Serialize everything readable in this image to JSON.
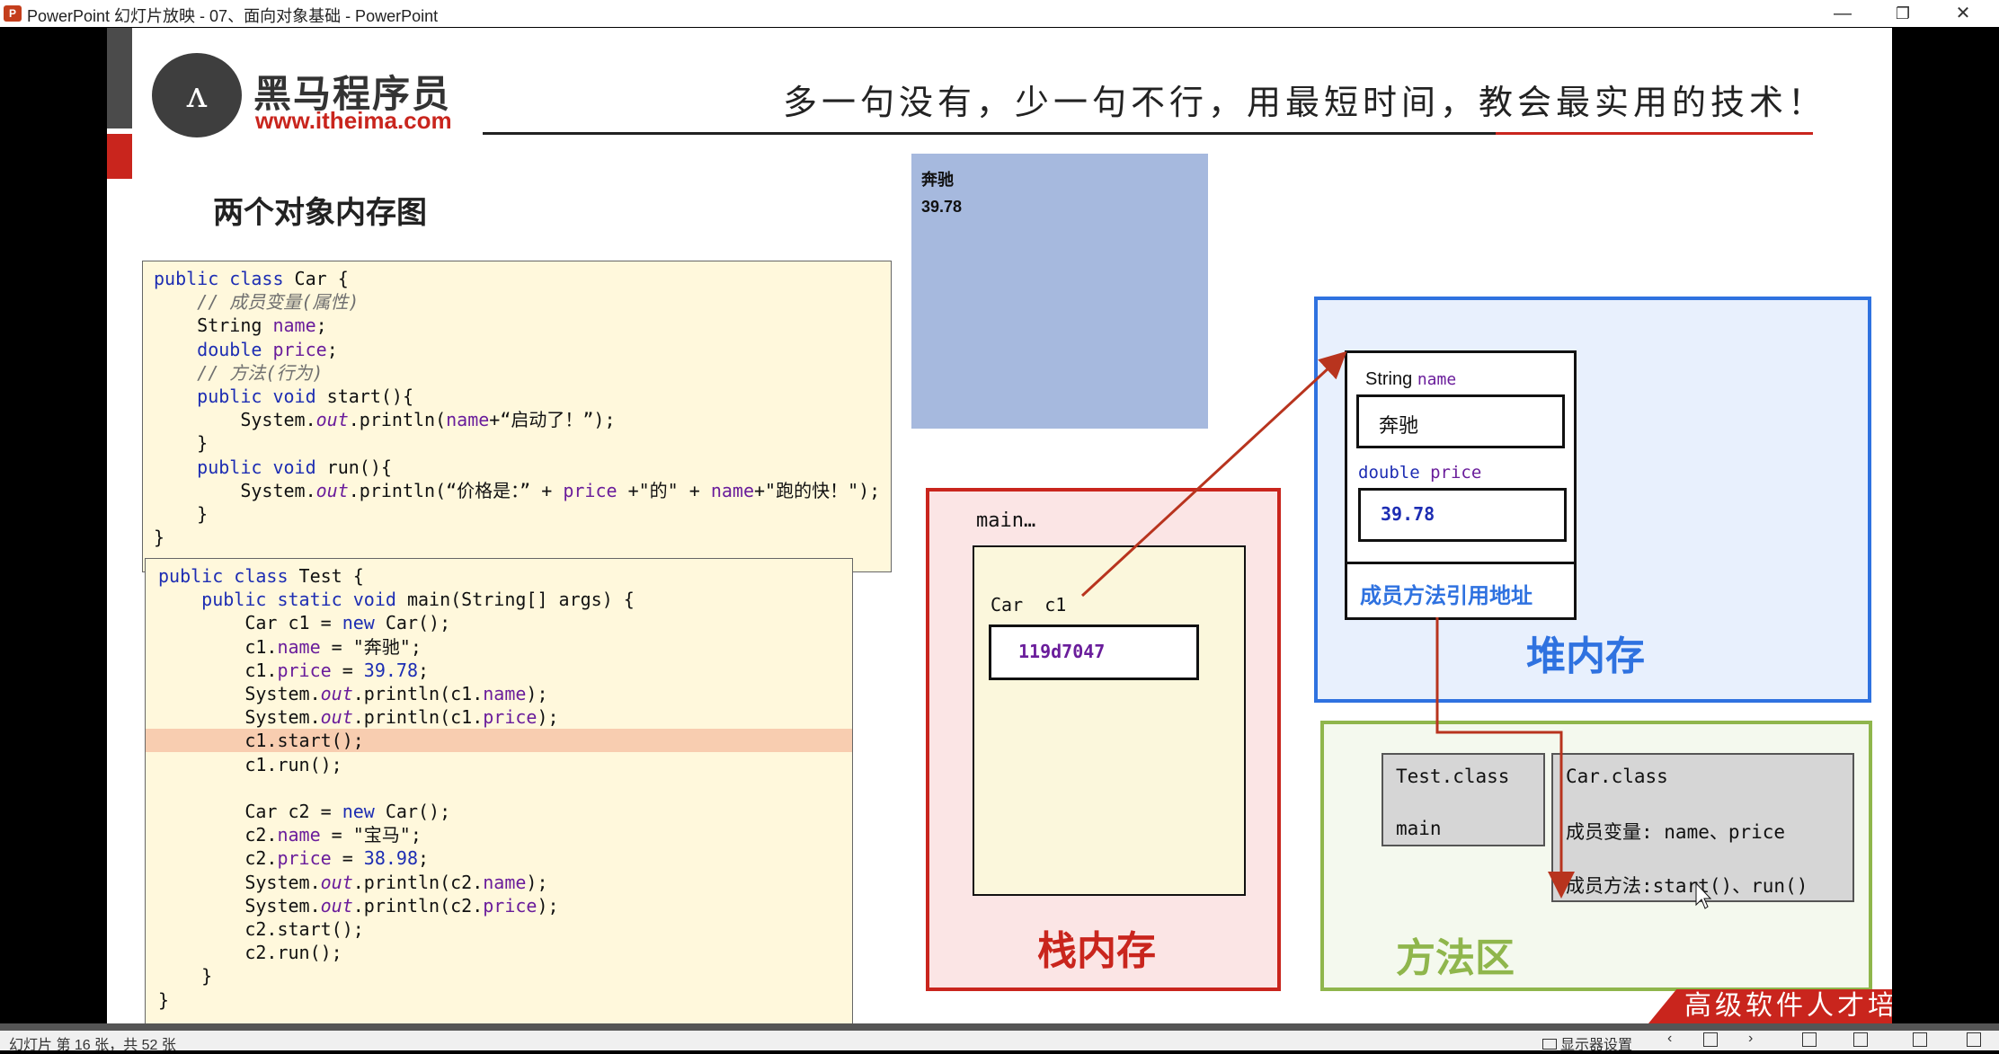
{
  "window": {
    "title": "PowerPoint 幻灯片放映 - 07、面向对象基础 - PowerPoint",
    "app_icon": "P",
    "minimize": "—",
    "restore": "❐",
    "close": "✕"
  },
  "header": {
    "logo_glyph": "ʌ",
    "brand_cn": "黑马程序员",
    "brand_url": "www.itheima.com",
    "slogan": "多一句没有，少一句不行，用最短时间，教会最实用的技术！"
  },
  "slide_title": "两个对象内存图",
  "colors": {
    "keyword": "#1d2db3",
    "field": "#6a1d9b",
    "comment": "#6f6f6f",
    "string": "#111111",
    "red": "#c9251d",
    "blue": "#2f72e0",
    "green": "#8fb64c"
  },
  "car_code": [
    [
      [
        "kw",
        "public class "
      ],
      [
        "",
        "Car {"
      ]
    ],
    [
      [
        "",
        "    "
      ],
      [
        "cm",
        "// 成员变量(属性)"
      ]
    ],
    [
      [
        "",
        "    String "
      ],
      [
        "fd",
        "name"
      ],
      [
        "",
        ";"
      ]
    ],
    [
      [
        "",
        "    "
      ],
      [
        "kw",
        "double "
      ],
      [
        "fd",
        "price"
      ],
      [
        "",
        ";"
      ]
    ],
    [
      [
        "",
        "    "
      ],
      [
        "cm",
        "// 方法(行为)"
      ]
    ],
    [
      [
        "",
        "    "
      ],
      [
        "kw",
        "public void "
      ],
      [
        "",
        "start(){"
      ]
    ],
    [
      [
        "",
        "        System."
      ],
      [
        "it",
        "out"
      ],
      [
        "",
        ".println("
      ],
      [
        "fd",
        "name"
      ],
      [
        "",
        "+“启动了！”);"
      ]
    ],
    [
      [
        "",
        "    }"
      ]
    ],
    [
      [
        "",
        "    "
      ],
      [
        "kw",
        "public void "
      ],
      [
        "",
        "run(){"
      ]
    ],
    [
      [
        "",
        "        System."
      ],
      [
        "it",
        "out"
      ],
      [
        "",
        ".println(“价格是：” + "
      ],
      [
        "fd",
        "price"
      ],
      [
        "",
        " +\"的\" + "
      ],
      [
        "fd",
        "name"
      ],
      [
        "",
        "+\"跑的快！\");"
      ]
    ],
    [
      [
        "",
        "    }"
      ]
    ],
    [
      [
        "",
        "}"
      ]
    ]
  ],
  "test_code": [
    [
      [
        "kw",
        "public class "
      ],
      [
        "",
        "Test {"
      ]
    ],
    [
      [
        "",
        "    "
      ],
      [
        "kw",
        "public static void "
      ],
      [
        "",
        "main(String[] args) {"
      ]
    ],
    [
      [
        "",
        "        Car c1 = "
      ],
      [
        "kw",
        "new "
      ],
      [
        "",
        "Car();"
      ]
    ],
    [
      [
        "",
        "        c1."
      ],
      [
        "fd",
        "name"
      ],
      [
        "",
        " = \"奔驰\";"
      ]
    ],
    [
      [
        "",
        "        c1."
      ],
      [
        "fd",
        "price"
      ],
      [
        "",
        " = "
      ],
      [
        "kw",
        "39.78"
      ],
      [
        "",
        ";"
      ]
    ],
    [
      [
        "",
        "        System."
      ],
      [
        "it",
        "out"
      ],
      [
        "",
        ".println(c1."
      ],
      [
        "fd",
        "name"
      ],
      [
        "",
        ");"
      ]
    ],
    [
      [
        "",
        "        System."
      ],
      [
        "it",
        "out"
      ],
      [
        "",
        ".println(c1."
      ],
      [
        "fd",
        "price"
      ],
      [
        "",
        ");"
      ]
    ],
    [
      [
        "",
        "        c1.start();"
      ]
    ],
    [
      [
        "",
        "        c1.run();"
      ]
    ],
    [
      [
        "",
        ""
      ]
    ],
    [
      [
        "",
        "        Car c2 = "
      ],
      [
        "kw",
        "new "
      ],
      [
        "",
        "Car();"
      ]
    ],
    [
      [
        "",
        "        c2."
      ],
      [
        "fd",
        "name"
      ],
      [
        "",
        " = \"宝马\";"
      ]
    ],
    [
      [
        "",
        "        c2."
      ],
      [
        "fd",
        "price"
      ],
      [
        "",
        " = "
      ],
      [
        "kw",
        "38.98"
      ],
      [
        "",
        ";"
      ]
    ],
    [
      [
        "",
        "        System."
      ],
      [
        "it",
        "out"
      ],
      [
        "",
        ".println(c2."
      ],
      [
        "fd",
        "name"
      ],
      [
        "",
        ");"
      ]
    ],
    [
      [
        "",
        "        System."
      ],
      [
        "it",
        "out"
      ],
      [
        "",
        ".println(c2."
      ],
      [
        "fd",
        "price"
      ],
      [
        "",
        ");"
      ]
    ],
    [
      [
        "",
        "        c2.start();"
      ]
    ],
    [
      [
        "",
        "        c2.run();"
      ]
    ],
    [
      [
        "",
        "    }"
      ]
    ],
    [
      [
        "",
        "}"
      ]
    ]
  ],
  "test_code_highlight_line": 7,
  "console_output": {
    "line1": "奔驰",
    "line2": "39.78"
  },
  "stack": {
    "frame_label": "main…",
    "var_label": "Car  c1",
    "var_value": "119d7047",
    "area_label": "栈内存"
  },
  "heap": {
    "field1_type": "String",
    "field1_name": "name",
    "field1_value": "奔驰",
    "field2_type": "double",
    "field2_name": "price",
    "field2_value": "39.78",
    "method_ref": "成员方法引用地址",
    "area_label": "堆内存"
  },
  "method_area": {
    "test_class": "Test.class",
    "test_main": "main",
    "car_class": "Car.class",
    "car_fields": "成员变量: name、price",
    "car_methods": "成员方法:start()、run()",
    "area_label": "方法区"
  },
  "banner": "高级软件人才培训专家",
  "statusbar": {
    "slide_info": "幻灯片 第 16 张，共 52 张",
    "display_settings": "显示器设置"
  }
}
